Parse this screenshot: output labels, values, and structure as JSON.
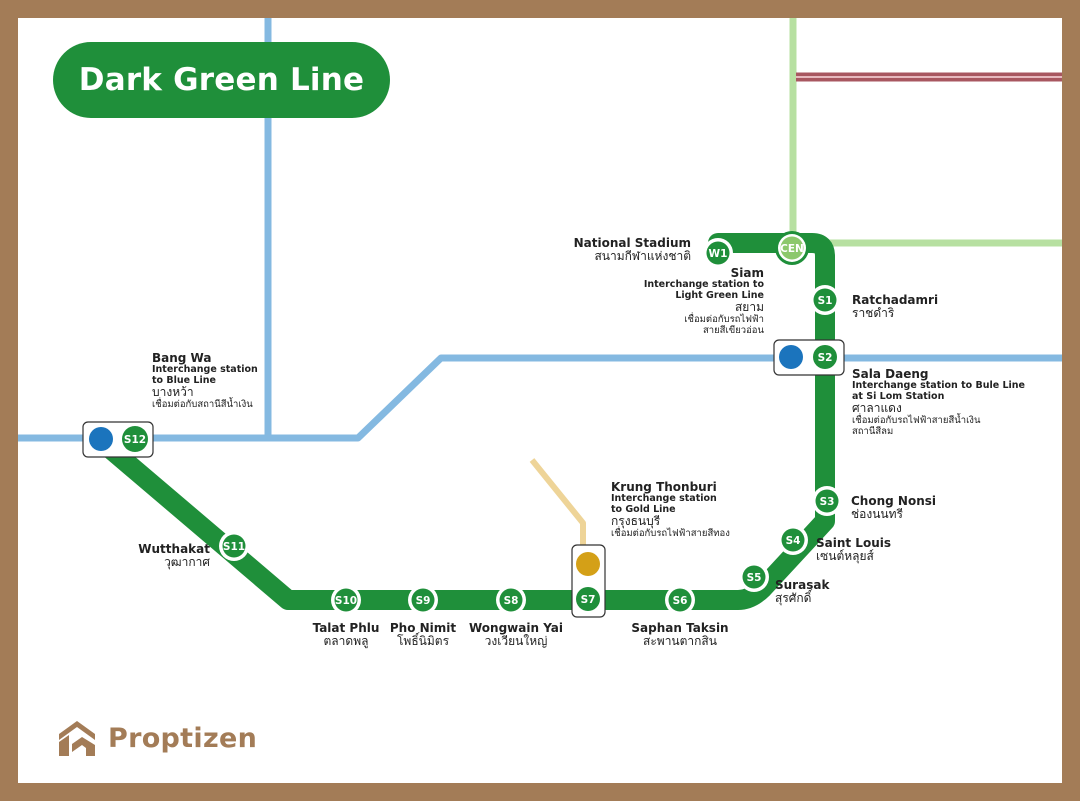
{
  "title": "Dark Green Line",
  "brand": {
    "name": "Proptizen",
    "icon": "proptizen-logo-icon"
  },
  "colors": {
    "dark_green": "#1f8f3a",
    "light_green": "#b7e0a1",
    "blue_line": "#84b9e1",
    "blue_station": "#1b74bd",
    "gold_line": "#eed498",
    "gold_station": "#d4a017",
    "red_line": "#a85760",
    "frame": "#a37c57"
  },
  "stations": {
    "w1": {
      "code": "W1",
      "name_en": "National Stadium",
      "name_th": "สนามกีฬาแห่งชาติ"
    },
    "cen": {
      "code": "CEN",
      "name_en": "Siam",
      "sub_en": [
        "Interchange station to",
        "Light Green Line"
      ],
      "name_th": "สยาม",
      "sub_th": [
        "เชื่อมต่อกับรถไฟฟ้า",
        "สายสีเขียวอ่อน"
      ]
    },
    "s1": {
      "code": "S1",
      "name_en": "Ratchadamri",
      "name_th": "ราชดำริ"
    },
    "s2": {
      "code": "S2",
      "name_en": "Sala Daeng",
      "sub_en": [
        "Interchange station to Bule Line",
        "at Si Lom Station"
      ],
      "name_th": "ศาลาแดง",
      "sub_th": [
        "เชื่อมต่อกับรถไฟฟ้าสายสีน้ำเงิน",
        "สถานีสีลม"
      ]
    },
    "s3": {
      "code": "S3",
      "name_en": "Chong Nonsi",
      "name_th": "ช่องนนทรี"
    },
    "s4": {
      "code": "S4",
      "name_en": "Saint Louis",
      "name_th": "เซนต์หลุยส์"
    },
    "s5": {
      "code": "S5",
      "name_en": "Surasak",
      "name_th": "สุรศักดิ์"
    },
    "s6": {
      "code": "S6",
      "name_en": "Saphan Taksin",
      "name_th": "สะพานตากสิน"
    },
    "s7": {
      "code": "S7",
      "name_en": "Krung Thonburi",
      "sub_en": [
        "Interchange station",
        "to Gold Line"
      ],
      "name_th": "กรุงธนบุรี",
      "sub_th": [
        "เชื่อมต่อกับรถไฟฟ้าสายสีทอง"
      ]
    },
    "s8": {
      "code": "S8",
      "name_en": "Wongwain Yai",
      "name_th": "วงเวียนใหญ่"
    },
    "s9": {
      "code": "S9",
      "name_en": "Pho Nimit",
      "name_th": "โพธิ์นิมิตร"
    },
    "s10": {
      "code": "S10",
      "name_en": "Talat Phlu",
      "name_th": "ตลาดพลู"
    },
    "s11": {
      "code": "S11",
      "name_en": "Wutthakat",
      "name_th": "วุฒากาศ"
    },
    "s12": {
      "code": "S12",
      "name_en": "Bang Wa",
      "sub_en": [
        "Interchange station",
        "to Blue Line"
      ],
      "name_th": "บางหว้า",
      "sub_th": [
        "เชื่อมต่อกับสถานีสีน้ำเงิน"
      ]
    }
  }
}
